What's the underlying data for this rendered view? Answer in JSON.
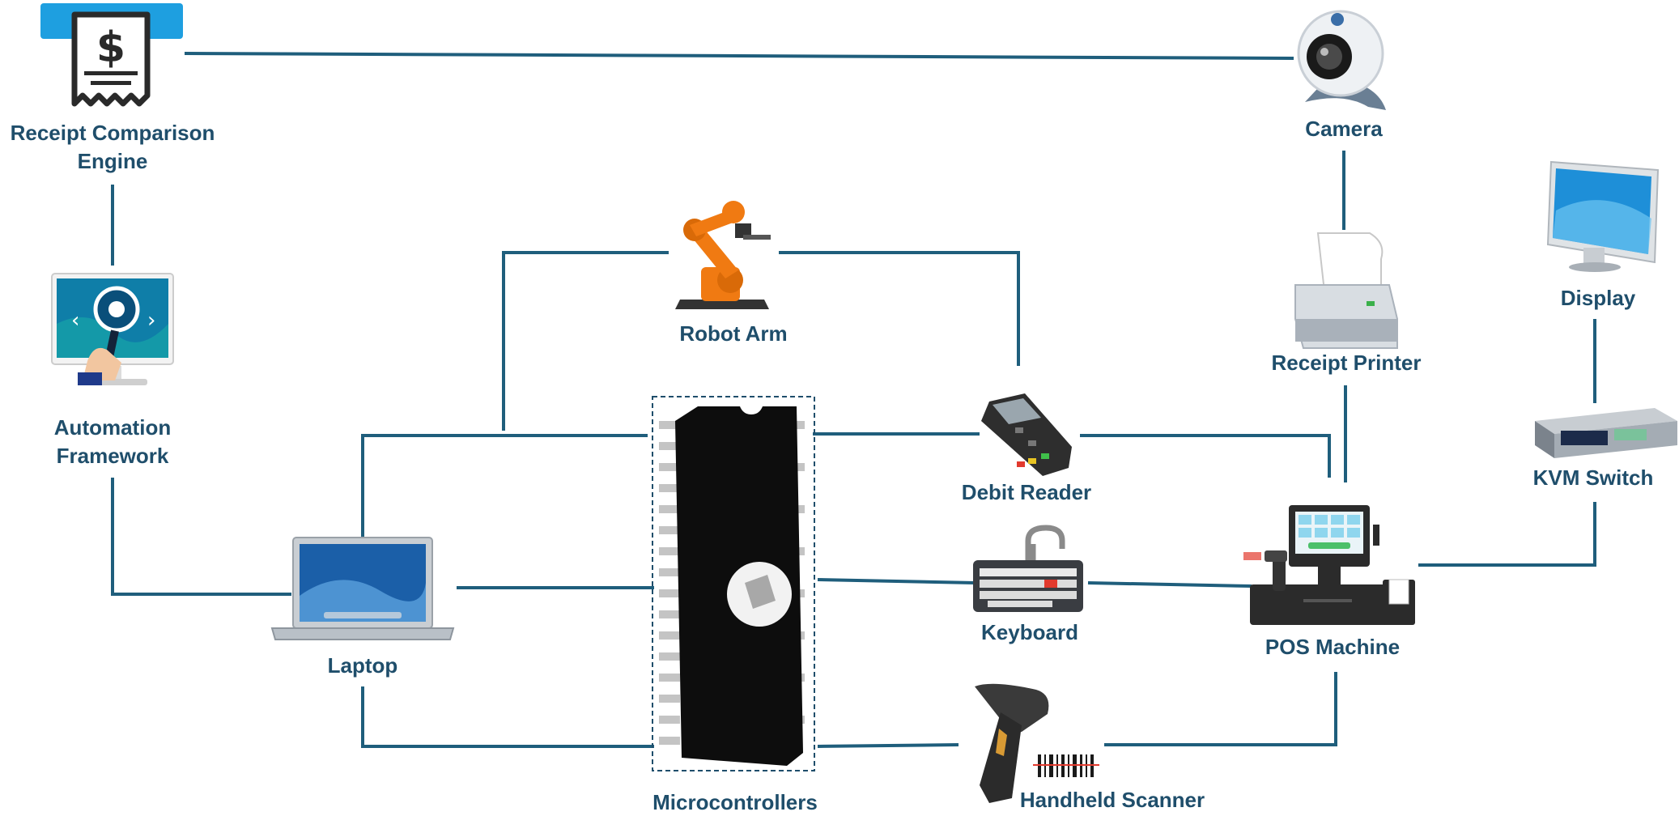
{
  "nodes": {
    "receipt_engine": {
      "line1": "Receipt Comparison",
      "line2": "Engine"
    },
    "camera": {
      "label": "Camera"
    },
    "automation": {
      "line1": "Automation",
      "line2": "Framework"
    },
    "robot_arm": {
      "label": "Robot Arm"
    },
    "receipt_printer": {
      "label": "Receipt Printer"
    },
    "display": {
      "label": "Display"
    },
    "kvm_switch": {
      "label": "KVM Switch"
    },
    "debit_reader": {
      "label": "Debit Reader"
    },
    "keyboard": {
      "label": "Keyboard"
    },
    "laptop": {
      "label": "Laptop"
    },
    "pos_machine": {
      "label": "POS Machine"
    },
    "microcontrollers": {
      "label": "Microcontrollers"
    },
    "handheld_scanner": {
      "label": "Handheld Scanner"
    }
  },
  "colors": {
    "wire": "#1f5e7c",
    "label": "#1f4e6b",
    "accent_blue": "#1e9fe0",
    "robot_orange": "#f07a12"
  }
}
